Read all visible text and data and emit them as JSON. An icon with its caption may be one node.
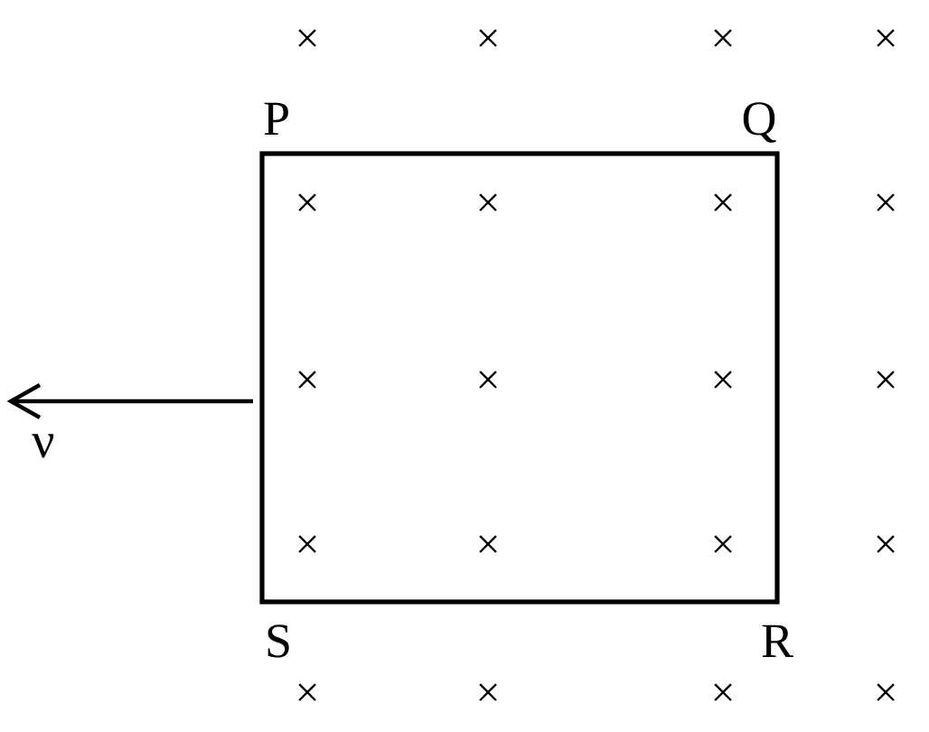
{
  "diagram": {
    "labels": [
      "×",
      "×",
      "×",
      "×",
      "P",
      "Q",
      "×",
      "×",
      "×",
      "×",
      "×",
      "×",
      "×",
      "×",
      "ν",
      "×",
      "×",
      "×",
      "×",
      "S",
      "R",
      "×",
      "×",
      "×",
      "×"
    ]
  }
}
